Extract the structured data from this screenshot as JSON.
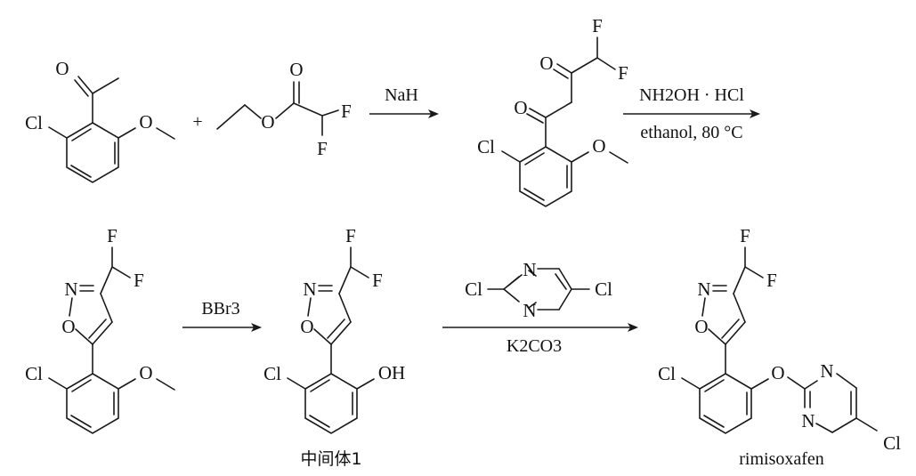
{
  "step1": {
    "reagent": "NaH"
  },
  "step2": {
    "reagent_top": "NH2OH · HCl",
    "reagent_bottom": "ethanol, 80 °C"
  },
  "step3": {
    "reagent": "BBr3"
  },
  "step4": {
    "reagent": "K2CO3"
  },
  "plus": "+",
  "atoms": {
    "O": "O",
    "F": "F",
    "Cl": "Cl",
    "N": "N",
    "OH": "OH"
  },
  "labels": {
    "intermediate": "中间体1",
    "product": "rimisoxafen"
  }
}
